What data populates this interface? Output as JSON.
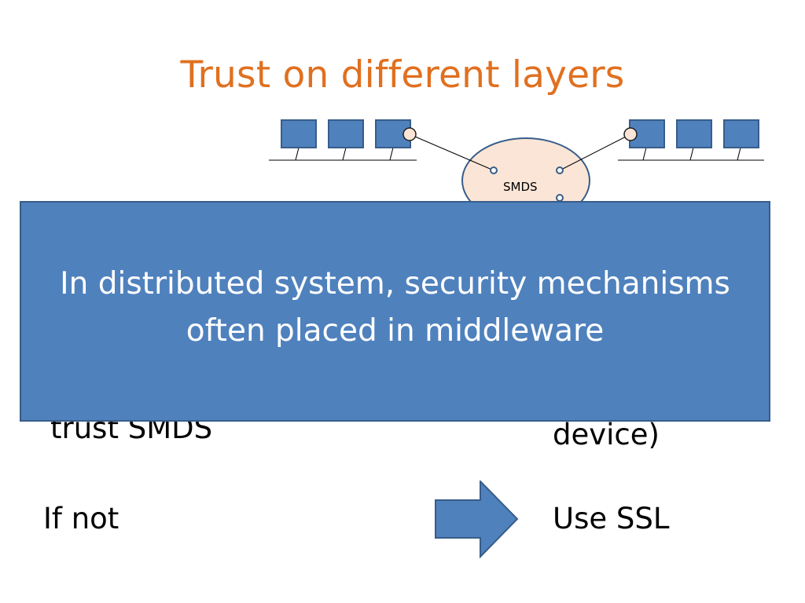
{
  "slide": {
    "title": "Trust on different layers",
    "cloud_label": "SMDS",
    "overlay_line1": "In distributed system, security mechanisms",
    "overlay_line2": "often placed in middleware",
    "left_partial": "trust SMDS",
    "right_partial": "device)",
    "if_not": "If not",
    "use_ssl": "Use SSL"
  },
  "colors": {
    "title": "#e07020",
    "node_fill": "#4f81bd",
    "cloud_fill": "#fbe5d6",
    "overlay_fill": "#4f81bd"
  }
}
